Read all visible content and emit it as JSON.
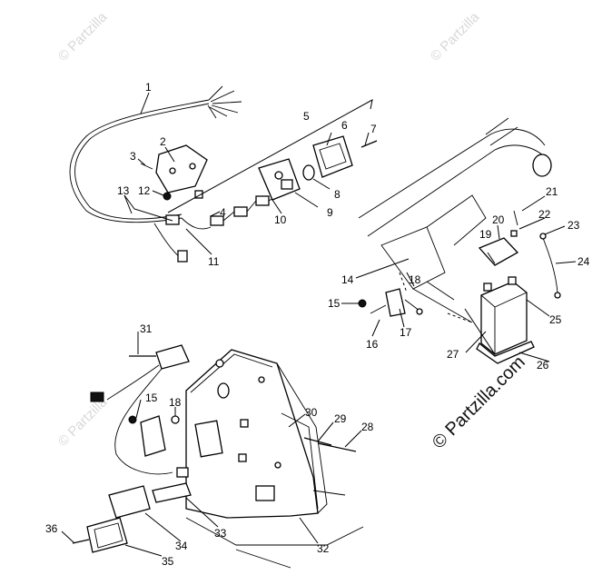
{
  "watermarks": {
    "top_left": "© Partzilla",
    "top_right": "© Partzilla",
    "left_mid": "© Partzilla",
    "main": "© Partzilla.com"
  },
  "callouts": {
    "c1": "1",
    "c2": "2",
    "c3": "3",
    "c4": "4",
    "c5": "5",
    "c6": "6",
    "c7": "7",
    "c8": "8",
    "c9": "9",
    "c10": "10",
    "c11": "11",
    "c12": "12",
    "c13": "13",
    "c14": "14",
    "c15a": "15",
    "c16": "16",
    "c17": "17",
    "c18a": "18",
    "c19": "19",
    "c20": "20",
    "c21": "21",
    "c22": "22",
    "c23": "23",
    "c24": "24",
    "c25": "25",
    "c26": "26",
    "c27": "27",
    "c28": "28",
    "c29": "29",
    "c30": "30",
    "c31": "31",
    "c15b": "15",
    "c18b": "18",
    "c32": "32",
    "c33": "33",
    "c34": "34",
    "c35": "35",
    "c36": "36"
  }
}
